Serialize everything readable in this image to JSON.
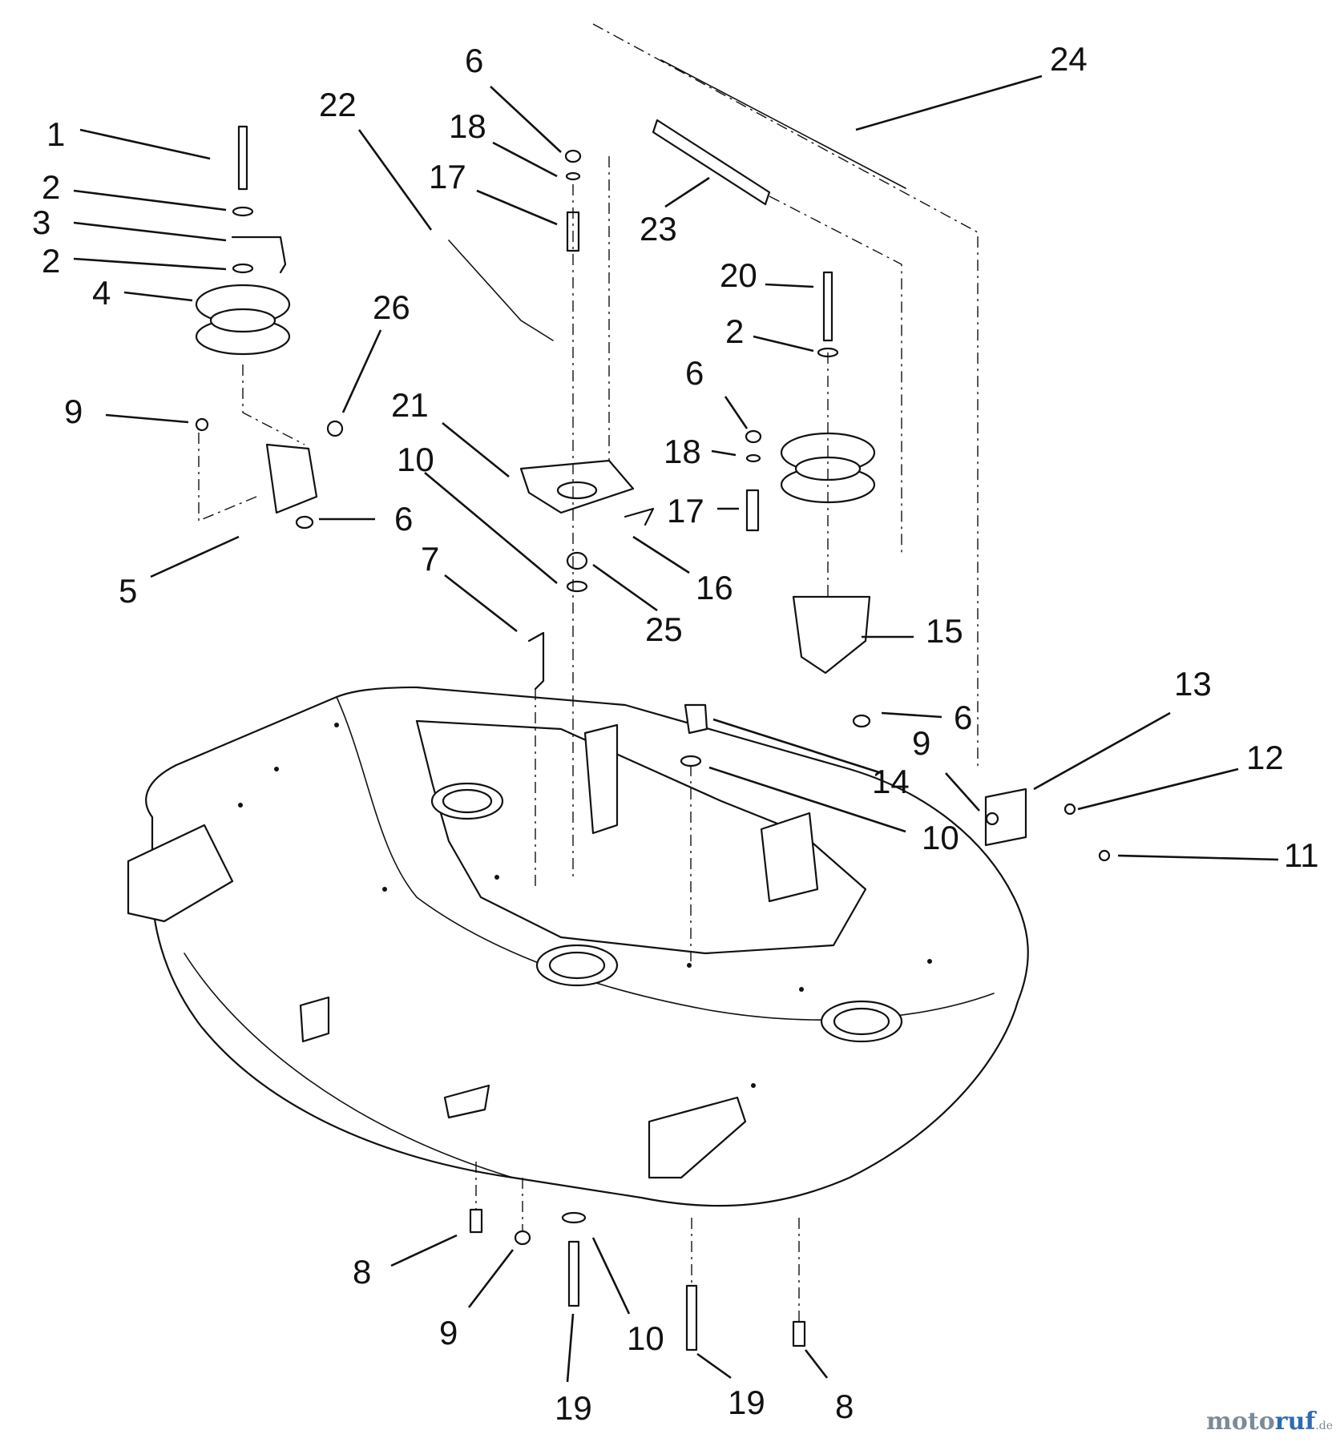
{
  "diagram": {
    "callouts": {
      "c1": "1",
      "c2a": "2",
      "c3": "3",
      "c2b": "2",
      "c4": "4",
      "c22": "22",
      "c6a": "6",
      "c18a": "18",
      "c17a": "17",
      "c24": "24",
      "c23": "23",
      "c20": "20",
      "c2c": "2",
      "c6b": "6",
      "c18b": "18",
      "c17b": "17",
      "c26": "26",
      "c9a": "9",
      "c21": "21",
      "c10a": "10",
      "c6c": "6",
      "c5": "5",
      "c7": "7",
      "c16": "16",
      "c25": "25",
      "c15": "15",
      "c6d": "6",
      "c13": "13",
      "c9b": "9",
      "c12": "12",
      "c14": "14",
      "c10b": "10",
      "c11": "11",
      "c8a": "8",
      "c9c": "9",
      "c10c": "10",
      "c19a": "19",
      "c19b": "19",
      "c8b": "8"
    }
  },
  "watermark": {
    "text_main": "moto",
    "text_accent": "ruf",
    "text_tld": ".de"
  }
}
